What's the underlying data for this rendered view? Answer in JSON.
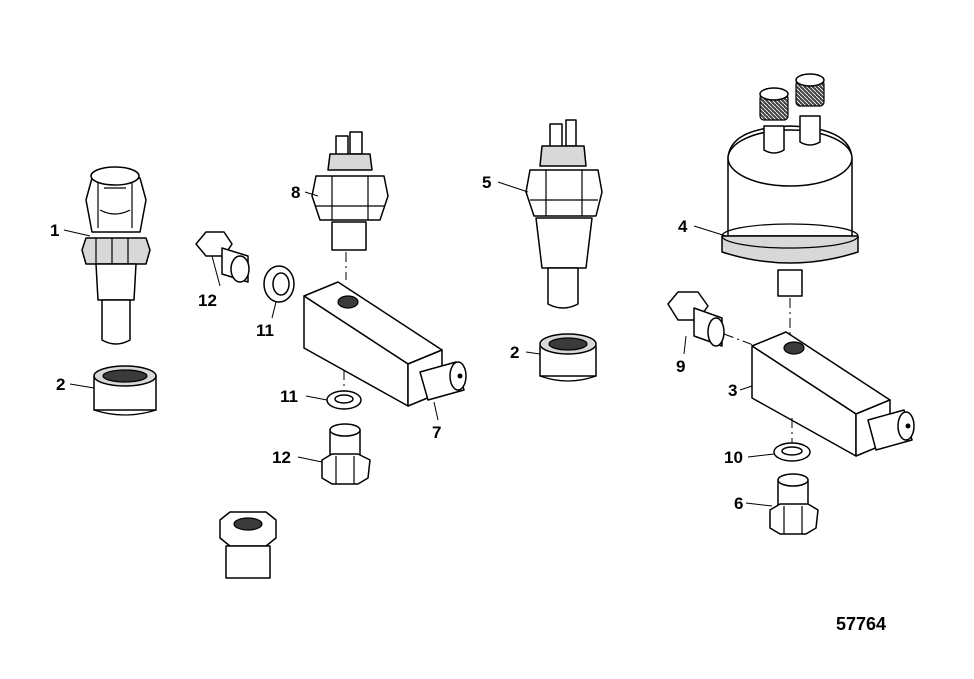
{
  "callouts": {
    "c1": "1",
    "c2a": "2",
    "c2b": "2",
    "c3": "3",
    "c4": "4",
    "c5": "5",
    "c6": "6",
    "c7": "7",
    "c8": "8",
    "c9": "9",
    "c10": "10",
    "c11a": "11",
    "c11b": "11",
    "c12a": "12",
    "c12b": "12"
  },
  "figure_number": "57764"
}
